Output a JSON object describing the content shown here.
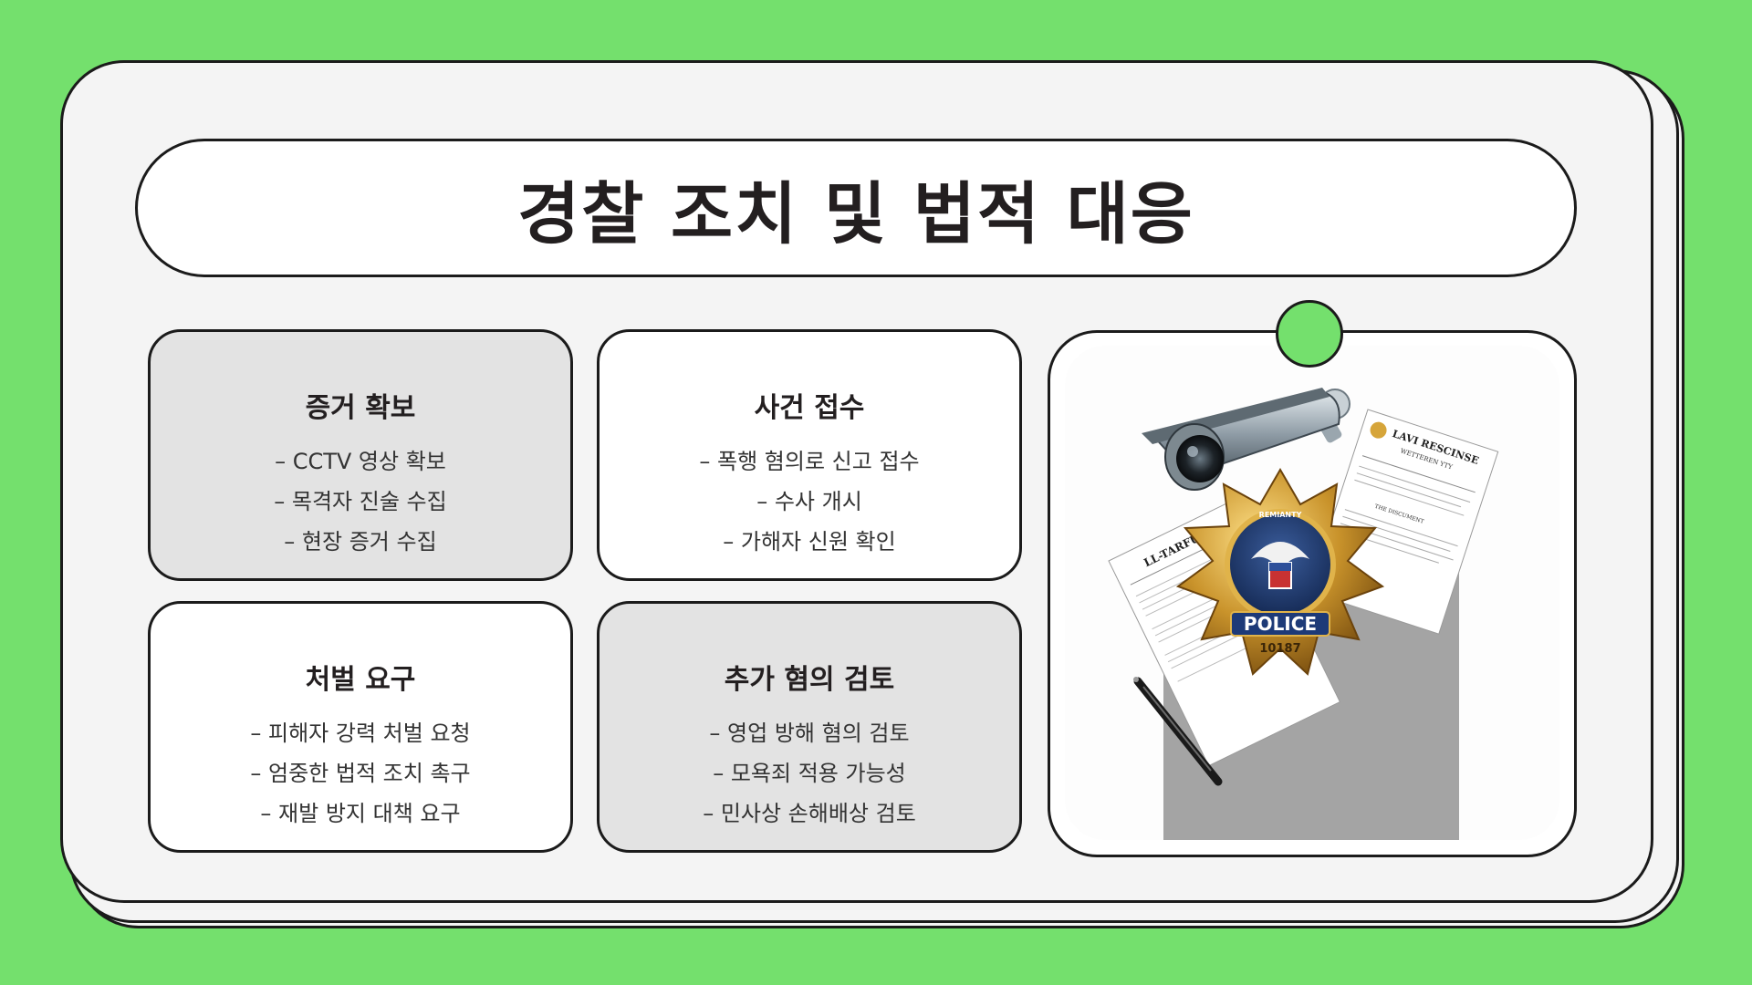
{
  "title": "경찰 조치 및 법적 대응",
  "cards": [
    {
      "heading": "증거 확보",
      "items": [
        "– CCTV 영상 확보",
        "– 목격자 진술 수집",
        "– 현장 증거 수집"
      ]
    },
    {
      "heading": "사건 접수",
      "items": [
        "– 폭행 혐의로 신고 접수",
        "– 수사 개시",
        "– 가해자 신원 확인"
      ]
    },
    {
      "heading": "처벌 요구",
      "items": [
        "– 피해자 강력 처벌 요청",
        "– 엄중한 법적 조치 촉구",
        "– 재발 방지 대책 요구"
      ]
    },
    {
      "heading": "추가 혐의 검토",
      "items": [
        "– 영업 방해 혐의 검토",
        "– 모욕죄 적용 가능성",
        "– 민사상 손해배상 검토"
      ]
    }
  ],
  "illustration": {
    "badge_top": "REMIANTY",
    "badge_label": "POLICE",
    "badge_number": "10187",
    "doc1_title": "LL-TARFUP",
    "doc2_title": "LAVI RESCINSE",
    "doc2_subtitle": "WETTEREN YTY",
    "doc2_section": "THE DISCUMENT"
  },
  "colors": {
    "background": "#74e06d",
    "card_gray": "#e3e3e3",
    "outline": "#1b1b1b"
  }
}
